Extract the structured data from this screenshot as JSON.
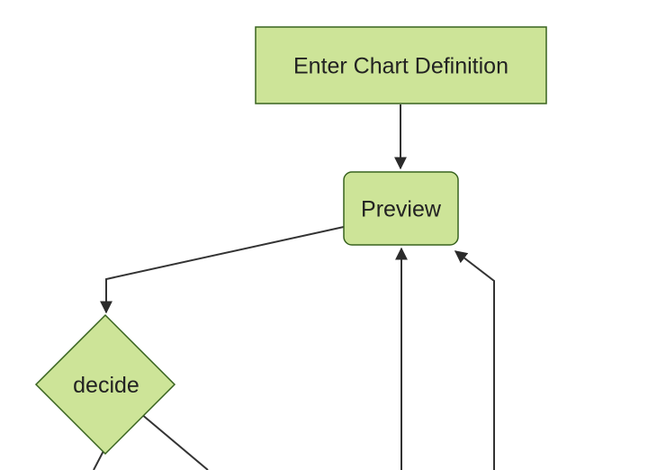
{
  "diagram": {
    "type": "flowchart",
    "nodes": [
      {
        "id": "enter-chart-definition",
        "shape": "rectangle",
        "label": "Enter Chart Definition"
      },
      {
        "id": "preview",
        "shape": "rounded-rectangle",
        "label": "Preview"
      },
      {
        "id": "decide",
        "shape": "diamond",
        "label": "decide"
      }
    ],
    "edges": [
      {
        "from": "enter-chart-definition",
        "to": "preview",
        "arrowhead": true
      },
      {
        "from": "preview",
        "to": "decide",
        "arrowhead": true
      },
      {
        "from": "offscreen-bottom",
        "to": "preview-bottom",
        "arrowhead": true
      },
      {
        "from": "offscreen-bottom",
        "to": "preview-bottom-right-corner",
        "arrowhead": true
      },
      {
        "from": "decide-bottom",
        "to": "offscreen-bottom",
        "arrowhead": false
      },
      {
        "from": "decide-bottom-right",
        "to": "offscreen-bottom",
        "arrowhead": false
      }
    ],
    "colors": {
      "background": "#ffffff",
      "node_fill": "#cde498",
      "node_border": "#38631f",
      "edge": "#333333",
      "arrowhead": "#2b2b2b",
      "text": "#222222"
    }
  }
}
